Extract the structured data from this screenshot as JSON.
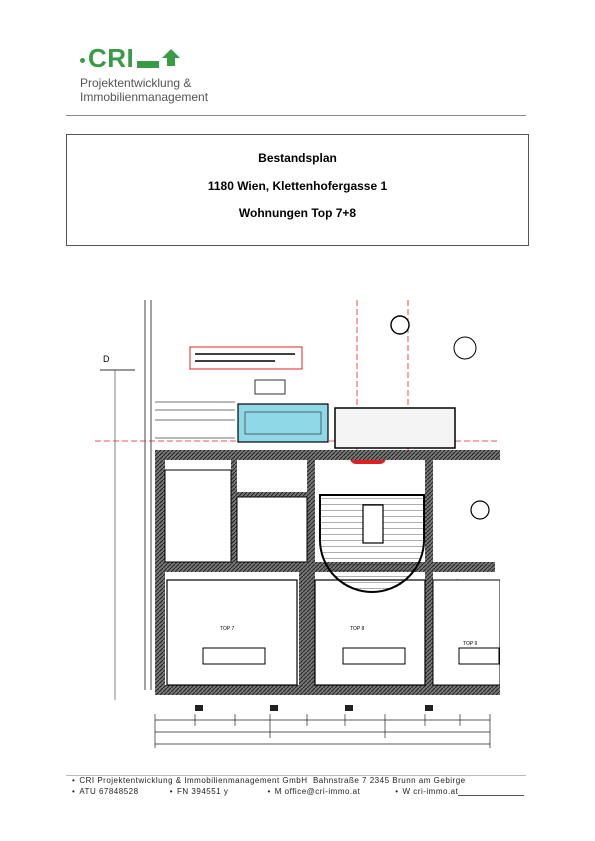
{
  "logo": {
    "brand": "CRI",
    "tagline_line1": "Projektentwicklung &",
    "tagline_line2": "Immobilienmanagement",
    "color": "#3a9b47"
  },
  "title": {
    "line1": "Bestandsplan",
    "line2": "1180 Wien, Klettenhofergasse 1",
    "line3": "Wohnungen Top 7+8"
  },
  "plan": {
    "room_labels": [
      "TOP 7",
      "TOP 8",
      "TOP 9"
    ],
    "accent_red": "#e02020",
    "accent_cyan": "#8fd8e8"
  },
  "footer": {
    "company": "CRI Projektentwicklung & Immobilienmanagement GmbH",
    "address": "Bahnstraße 7  2345 Brunn am Gebirge",
    "atu": "ATU 67848528",
    "fn": "FN   394551 y",
    "mail": "M office@cri-immo.at",
    "web": "W cri-immo.at"
  }
}
